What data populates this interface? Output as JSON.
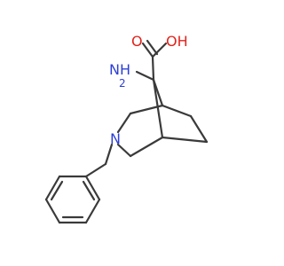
{
  "molecule": {
    "atoms": {
      "oxygen_carbonyl": "O",
      "hydroxyl": "OH",
      "amine": "NH",
      "amine_subscript": "2",
      "ring_nitrogen": "N"
    },
    "colors": {
      "bond": "#3a3a3a",
      "oxygen": "#e0231b",
      "nitrogen": "#2d3fd6"
    }
  }
}
